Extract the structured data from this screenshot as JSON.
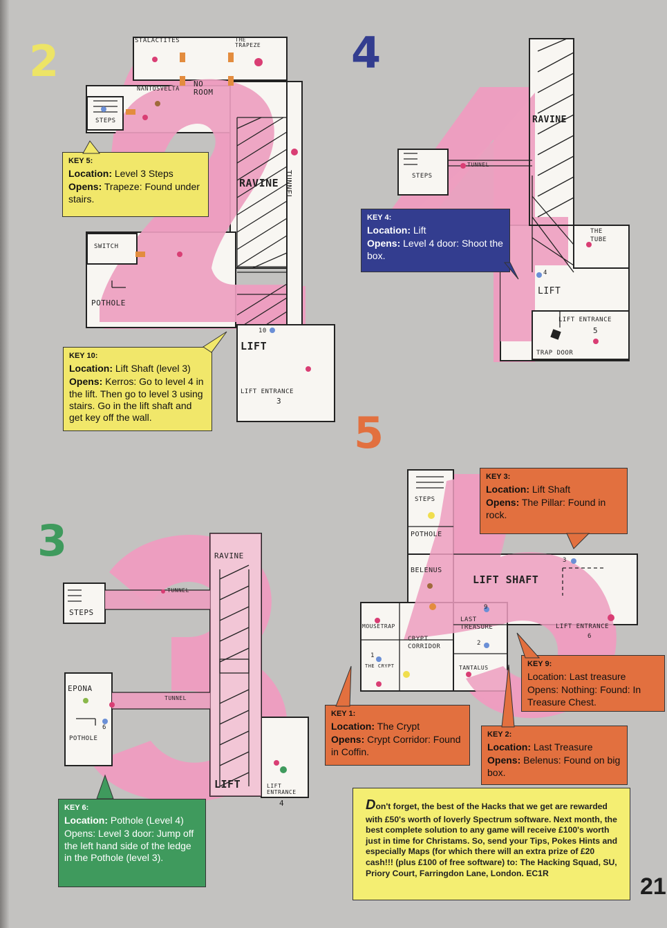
{
  "page_number": "21",
  "colors": {
    "page": "#c3c2c0",
    "pink": "#ed9ec0",
    "yellow": "#f1e76a",
    "blue": "#333d8f",
    "orange": "#e2703f",
    "green": "#3f9a5d"
  },
  "sections": {
    "level2": {
      "digit": "2",
      "rooms": {
        "stalactites": "STALACTITES",
        "trapeze": "THE TRAPEZE",
        "nantosvelta": "NANTOSVELTA",
        "no_room": "NO ROOM",
        "steps": "STEPS",
        "ravine": "RAVINE",
        "tunnel": "TUNNEL",
        "switch": "SWITCH",
        "pothole": "POTHOLE",
        "lift": "LIFT",
        "lift_number": "10",
        "lift_entrance": "LIFT ENTRANCE",
        "lift_entrance_number": "3"
      }
    },
    "level4": {
      "digit": "4",
      "rooms": {
        "ravine": "RAVINE",
        "tunnel": "TUNNEL",
        "steps": "STEPS",
        "tube": "THE TUBE",
        "lift_marker": "4",
        "lift": "LIFT",
        "lift_entrance": "LIFT ENTRANCE",
        "lift_entrance_number": "5",
        "trap_door": "TRAP DOOR"
      }
    },
    "level3": {
      "digit": "3",
      "rooms": {
        "ravine": "RAVINE",
        "tunnel_top": "TUNNEL",
        "steps": "STEPS",
        "epona": "EPONA",
        "tunnel_bottom": "TUNNEL",
        "pothole_marker": "6",
        "pothole": "POTHOLE",
        "lift": "LIFT",
        "lift_entrance": "LIFT ENTRANCE",
        "lift_entrance_number": "4"
      }
    },
    "level5": {
      "digit": "5",
      "rooms": {
        "steps": "STEPS",
        "pothole": "POTHOLE",
        "belenus": "BELENUS",
        "lift_shaft": "LIFT SHAFT",
        "lift_shaft_marker": "3",
        "mousetrap": "MOUSETRAP",
        "crypt_corridor": "CRYPT CORRIDOR",
        "last_treasure": "LAST TREASURE",
        "last_treasure_marker_top": "9",
        "last_treasure_marker_bottom": "2",
        "lift_entrance": "LIFT ENTRANCE",
        "lift_entrance_number": "6",
        "the_crypt_marker": "1",
        "the_crypt": "THE CRYPT",
        "tantalus": "TANTALUS"
      }
    }
  },
  "keys": {
    "key5": {
      "title": "KEY 5:",
      "location_label": "Location:",
      "location": "Level 3 Steps",
      "opens_label": "Opens:",
      "opens": "Trapeze: Found under stairs."
    },
    "key4": {
      "title": "KEY 4:",
      "location_label": "Location:",
      "location": "Lift",
      "opens_label": "Opens:",
      "opens": "Level 4 door: Shoot the box."
    },
    "key10": {
      "title": "KEY 10:",
      "location_label": "Location:",
      "location": "Lift Shaft (level 3)",
      "opens_label": "Opens:",
      "opens": "Kerros: Go to level 4 in the lift. Then go to level 3 using stairs. Go in the lift shaft and get key off the wall."
    },
    "key3": {
      "title": "KEY 3:",
      "location_label": "Location:",
      "location": "Lift Shaft",
      "opens_label": "Opens:",
      "opens": "The Pillar: Found in rock."
    },
    "key9": {
      "title": "KEY 9:",
      "location_label": "Location:",
      "location": "Last treasure",
      "opens_label": "Opens:",
      "opens": "Nothing: Found: In Treasure Chest."
    },
    "key1": {
      "title": "KEY 1:",
      "location_label": "Location:",
      "location": "The Crypt",
      "opens_label": "Opens:",
      "opens": "Crypt Corridor: Found in Coffin."
    },
    "key2": {
      "title": "KEY 2:",
      "location_label": "Location:",
      "location": "Last Treasure",
      "opens_label": "Opens:",
      "opens": "Belenus: Found on big box."
    },
    "key6": {
      "title": "KEY 6:",
      "location_label": "Location:",
      "location": "Pothole (Level 4)",
      "opens_label": "Opens:",
      "opens": "Level 3 door: Jump off the left hand side of the ledge in the Pothole (level 3)."
    }
  },
  "footer": {
    "drop_cap": "D",
    "text_1": "on't forget, the best of the Hacks that we get are rewarded with ",
    "prize_1": "£50's",
    "text_2": " worth of loverly Spectrum software. Next month, the best complete solution to any game will receive ",
    "prize_2": "£100's",
    "text_3": " worth just in time for Christams. So, send your Tips, Pokes Hints and especially Maps (for which there will an extra prize of ",
    "prize_3": "£20 cash!!!",
    "text_4": " (plus £100 of free software) to: ",
    "address": "The Hacking Squad, SU, Priory Court, Farringdon Lane, London. EC1R"
  }
}
